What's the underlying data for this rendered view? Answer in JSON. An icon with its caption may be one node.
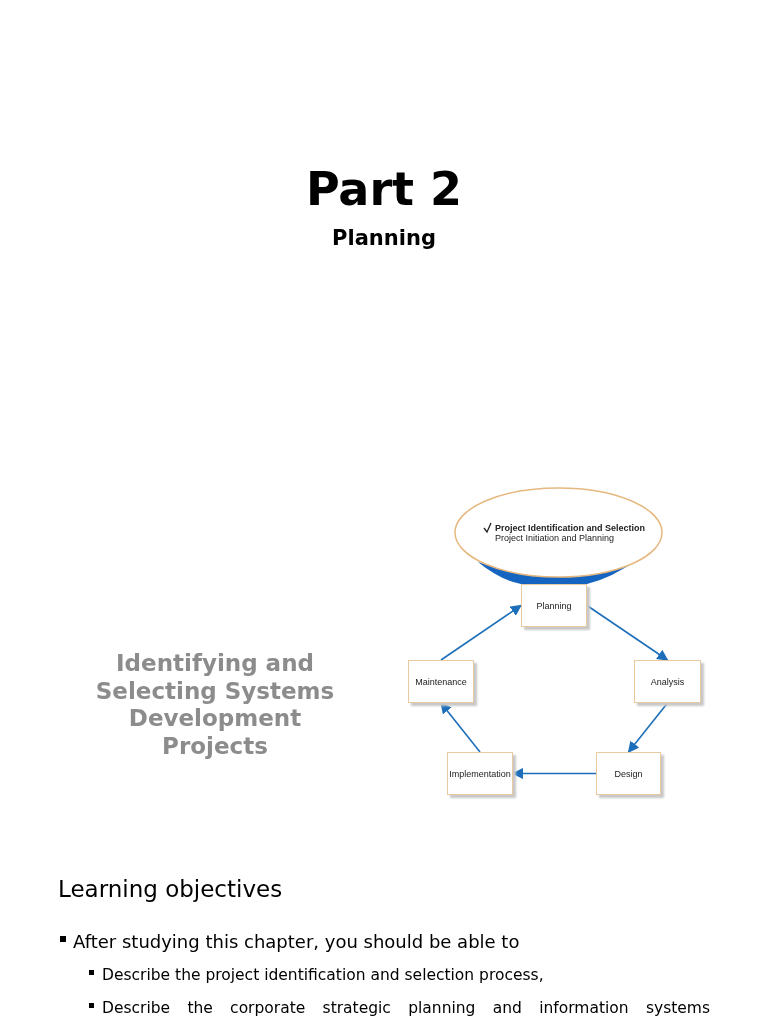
{
  "diagram": {
    "title": "Part 2",
    "nodes": [
      {
        "text": [
          "Project Identification and Selection",
          "Project Initiation and Planning"
        ]
      },
      {
        "text": [
          "Planning"
        ]
      },
      {
        "text": [
          "Analysis"
        ]
      },
      {
        "text": [
          "Design"
        ]
      },
      {
        "text": [
          "Implementation"
        ]
      },
      {
        "text": [
          "Maintenance"
        ]
      }
    ],
    "edges": [
      {
        "from": 1,
        "to": 2,
        "arrow": "to"
      },
      {
        "from": 2,
        "to": 3,
        "arrow": "to"
      },
      {
        "from": 3,
        "to": 4,
        "arrow": "to"
      },
      {
        "from": 4,
        "to": 5,
        "arrow": "to"
      },
      {
        "from": 5,
        "to": 1,
        "arrow": "to"
      }
    ],
    "labels": [
      "Planning",
      "Identifying and Selecting Systems Development Projects",
      "Learning objectives",
      "After studying this chapter, you should be able to",
      "Describe the project identification and selection process,",
      "Describe the corporate strategic planning and information systems"
    ]
  }
}
